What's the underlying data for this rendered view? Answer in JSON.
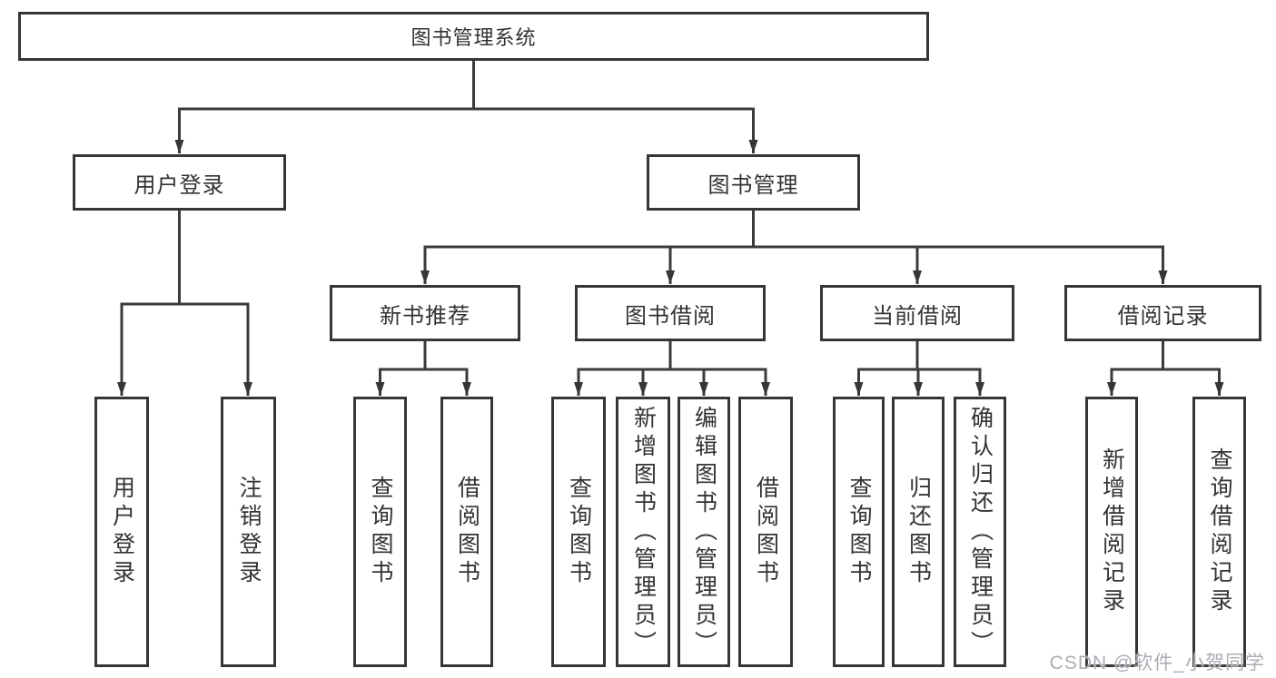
{
  "tree": {
    "root": {
      "label": "图书管理系统"
    },
    "user_login": {
      "label": "用户登录",
      "children": [
        {
          "label": "用户登录"
        },
        {
          "label": "注销登录"
        }
      ]
    },
    "book_mgmt": {
      "label": "图书管理"
    },
    "new_book_rec": {
      "label": "新书推荐",
      "children": [
        {
          "label": "查询图书"
        },
        {
          "label": "借阅图书"
        }
      ]
    },
    "book_borrow": {
      "label": "图书借阅",
      "children": [
        {
          "label": "查询图书"
        },
        {
          "label": "新增图书（管理员）"
        },
        {
          "label": "编辑图书（管理员）"
        },
        {
          "label": "借阅图书"
        }
      ]
    },
    "current_borrow": {
      "label": "当前借阅",
      "children": [
        {
          "label": "查询图书"
        },
        {
          "label": "归还图书"
        },
        {
          "label": "确认归还（管理员）"
        }
      ]
    },
    "borrow_record": {
      "label": "借阅记录",
      "children": [
        {
          "label": "新增借阅记录"
        },
        {
          "label": "查询借阅记录"
        }
      ]
    }
  },
  "watermark": {
    "text": "CSDN @软件_小贺同学"
  },
  "colors": {
    "line": "#3b3b3b",
    "box_border": "#363636",
    "box_fill": "#ffffff",
    "text": "#333333",
    "watermark": "#a9adb3"
  }
}
